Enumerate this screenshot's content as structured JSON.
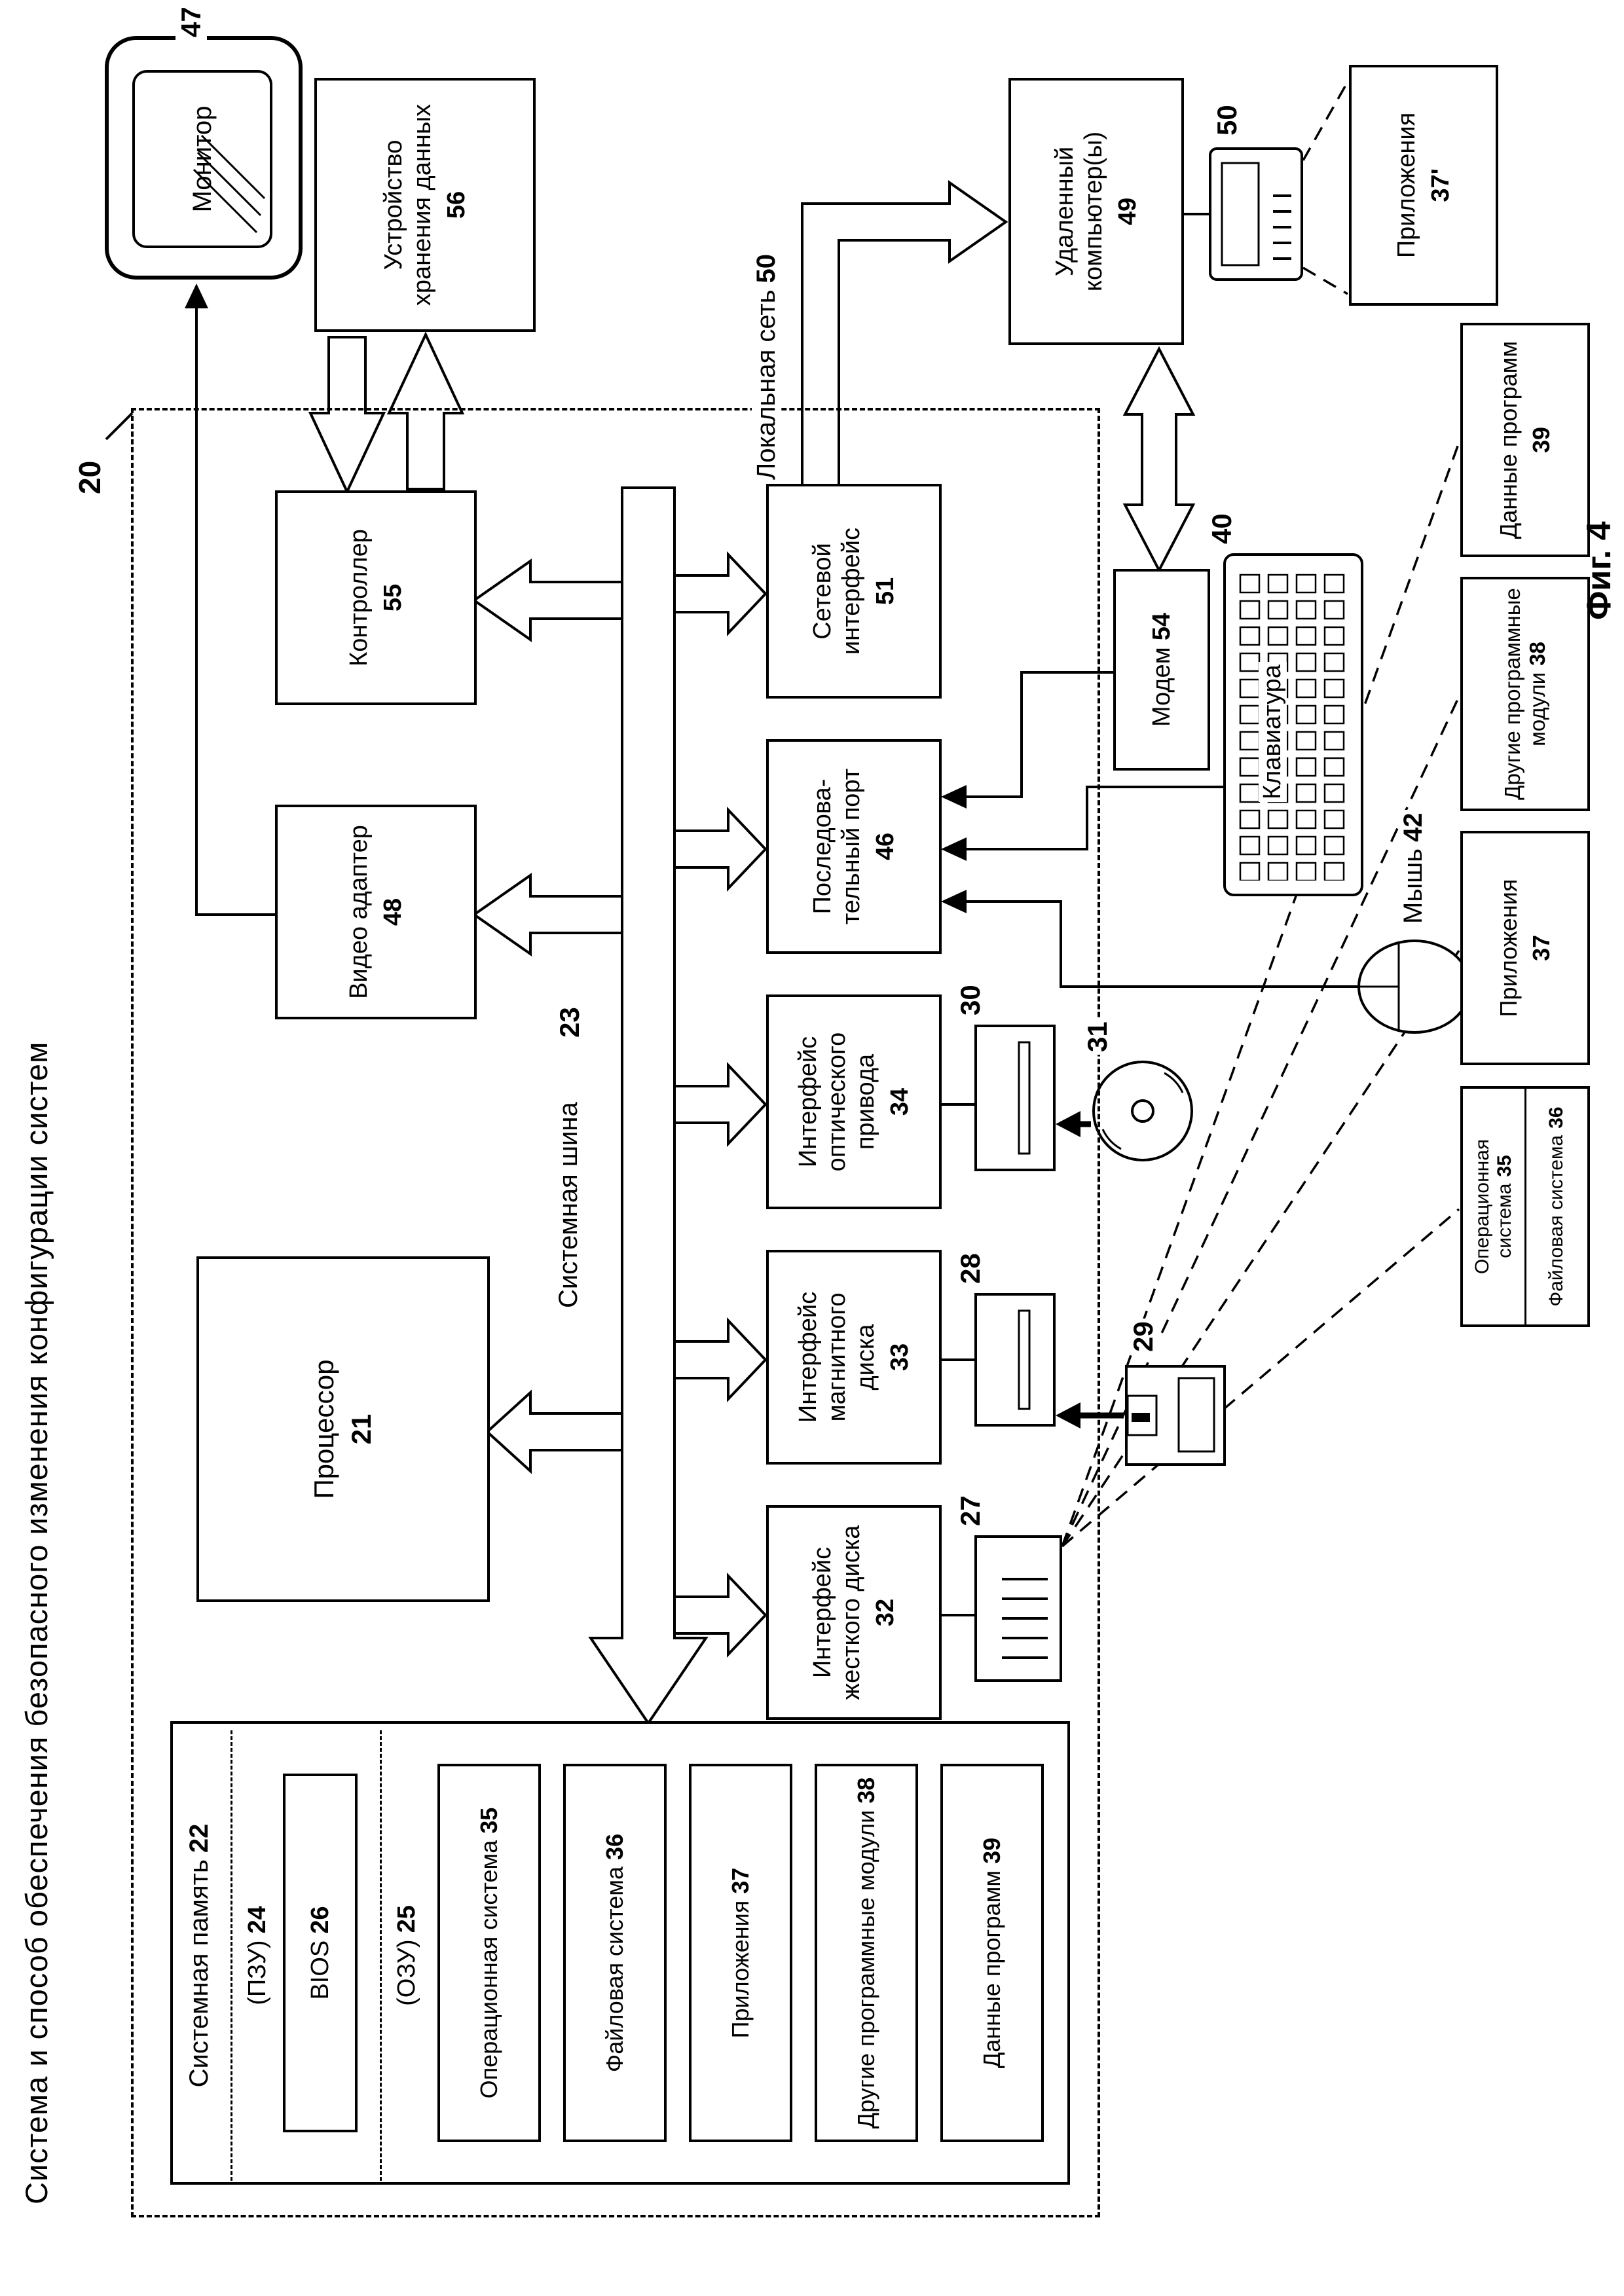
{
  "title": "Система и способ обеспечения безопасного изменения конфигурации систем",
  "fig_label": "Фиг. 4",
  "system_box": {
    "num": "20"
  },
  "memory": {
    "label": "Системная память",
    "num": "22",
    "rom": {
      "label": "(ПЗУ)",
      "num": "24"
    },
    "bios": {
      "label": "BIOS",
      "num": "26"
    },
    "ram": {
      "label": "(ОЗУ)",
      "num": "25"
    },
    "items": [
      {
        "label": "Операционная система",
        "num": "35"
      },
      {
        "label": "Файловая система",
        "num": "36"
      },
      {
        "label": "Приложения",
        "num": "37"
      },
      {
        "label": "Другие программные модули",
        "num": "38"
      },
      {
        "label": "Данные программ",
        "num": "39"
      }
    ]
  },
  "processor": {
    "label": "Процессор",
    "num": "21"
  },
  "video_adapter": {
    "label": "Видео адаптер",
    "num": "48"
  },
  "controller": {
    "label": "Контроллер",
    "num": "55"
  },
  "monitor": {
    "label": "Монитор",
    "num": "47"
  },
  "storage": {
    "label": "Устройство хранения данных",
    "num": "56"
  },
  "bus": {
    "label": "Системная шина",
    "num": "23"
  },
  "interfaces": [
    {
      "label": "Интерфейс жесткого диска",
      "num": "32"
    },
    {
      "label": "Интерфейс магнитного диска",
      "num": "33"
    },
    {
      "label": "Интерфейс оптического привода",
      "num": "34"
    },
    {
      "label": "Последова-тельный порт",
      "num": "46"
    },
    {
      "label": "Сетевой интерфейс",
      "num": "51"
    }
  ],
  "drives": {
    "hdd_num": "27",
    "magnetic_num": "28",
    "floppy_num": "29",
    "optical_num": "30",
    "cd_num": "31"
  },
  "modem": {
    "label": "Модем",
    "num": "54"
  },
  "keyboard": {
    "label": "Клавиатура",
    "num": "40"
  },
  "mouse": {
    "label": "Мышь",
    "num": "42"
  },
  "lan": {
    "label": "Локальная сеть",
    "num": "50"
  },
  "remote": {
    "label": "Удаленный компьютер(ы)",
    "num": "49",
    "pc_num": "50"
  },
  "remote_apps": {
    "label": "Приложения",
    "num": "37'"
  },
  "bottom_row": [
    {
      "label": "Операционная система",
      "num": "35"
    },
    {
      "label": "Файловая система",
      "num": "36"
    },
    {
      "label": "Приложения",
      "num": "37"
    },
    {
      "label": "Другие программные модули",
      "num": "38"
    },
    {
      "label": "Данные программ",
      "num": "39"
    }
  ]
}
